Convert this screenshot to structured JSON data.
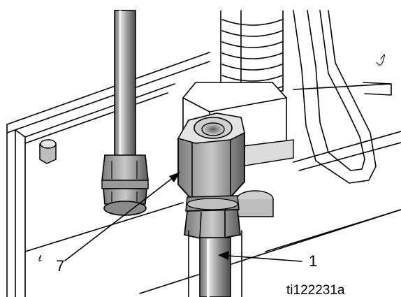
{
  "callouts": [
    {
      "label": "7",
      "part": "fitting"
    },
    {
      "label": "1",
      "part": "tube"
    }
  ],
  "figure_id": "ti122231a"
}
